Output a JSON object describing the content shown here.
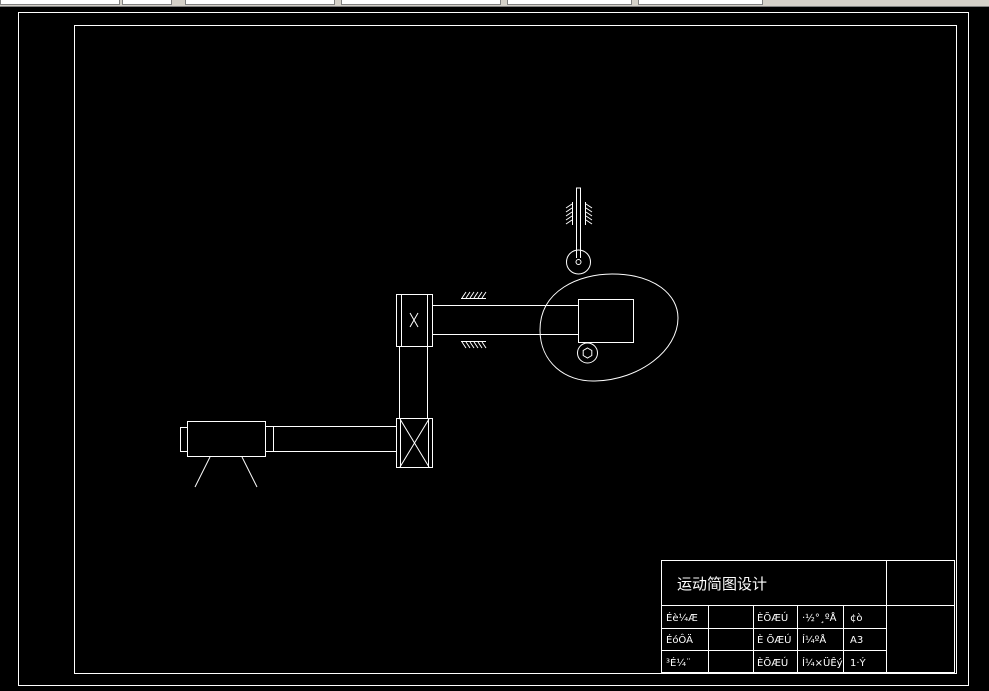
{
  "toolbar": {
    "fields": [
      "",
      "",
      "",
      "",
      "",
      ""
    ]
  },
  "title_block": {
    "title": "运动简图设计",
    "rows": [
      [
        "Éè¼Æ",
        "",
        "ÈÕÆÚ",
        "·½°¸ºÅ",
        "¢ò"
      ],
      [
        "ÉóÔÄ",
        "",
        "È ÕÆÚ",
        "Í¼ºÅ",
        "A3"
      ],
      [
        "³É¼¨",
        "",
        "ÈÕÆÚ",
        "Í¼×ÜÊý",
        "1·Ý"
      ]
    ]
  },
  "colors": {
    "background": "#000000",
    "lines": "#ffffff"
  }
}
